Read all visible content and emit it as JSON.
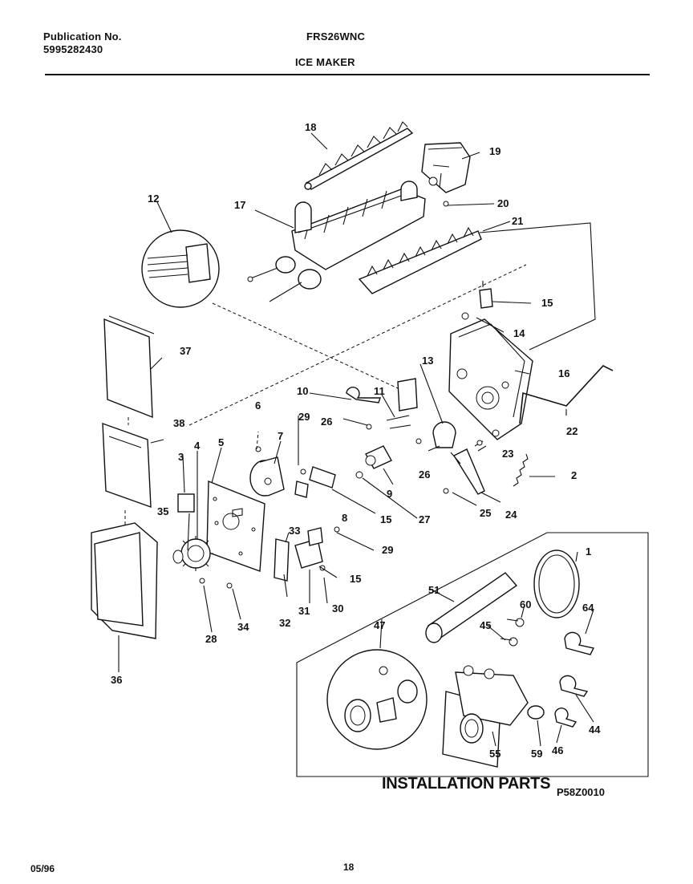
{
  "header": {
    "publication_label": "Publication No.",
    "publication_number": "5995282430",
    "model": "FRS26WNC",
    "section": "ICE MAKER"
  },
  "callouts": [
    "18",
    "19",
    "12",
    "17",
    "20",
    "21",
    "15",
    "14",
    "37",
    "13",
    "16",
    "10",
    "11",
    "6",
    "29",
    "26",
    "38",
    "7",
    "4",
    "5",
    "3",
    "22",
    "26",
    "23",
    "2",
    "9",
    "27",
    "15",
    "35",
    "8",
    "25",
    "24",
    "33",
    "29",
    "15",
    "1",
    "51",
    "28",
    "34",
    "32",
    "31",
    "30",
    "60",
    "64",
    "45",
    "36",
    "47",
    "44",
    "55",
    "59",
    "46"
  ],
  "installation_label": "INSTALLATION PARTS",
  "drawing_code": "P58Z0010",
  "footer": {
    "date": "05/96",
    "page": "18"
  }
}
